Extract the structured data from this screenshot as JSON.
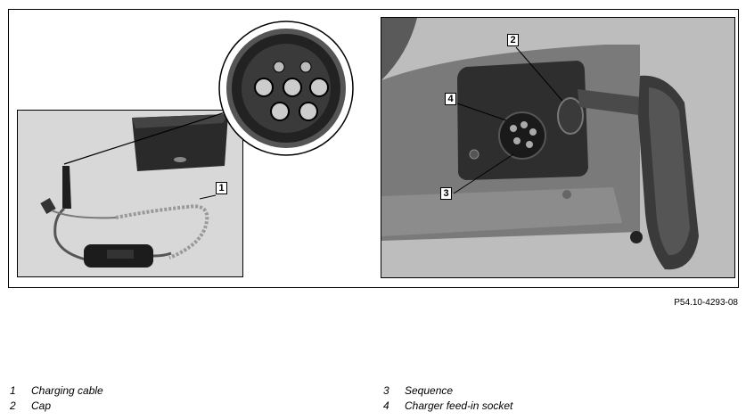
{
  "figure": {
    "callouts": [
      "1",
      "2",
      "3",
      "4"
    ],
    "reference_code": "P54.10-4293-08"
  },
  "legend": [
    {
      "number": "1",
      "text": "Charging cable"
    },
    {
      "number": "2",
      "text": "Cap"
    },
    {
      "number": "3",
      "text": "Sequence"
    },
    {
      "number": "4",
      "text": "Charger feed-in socket"
    }
  ]
}
